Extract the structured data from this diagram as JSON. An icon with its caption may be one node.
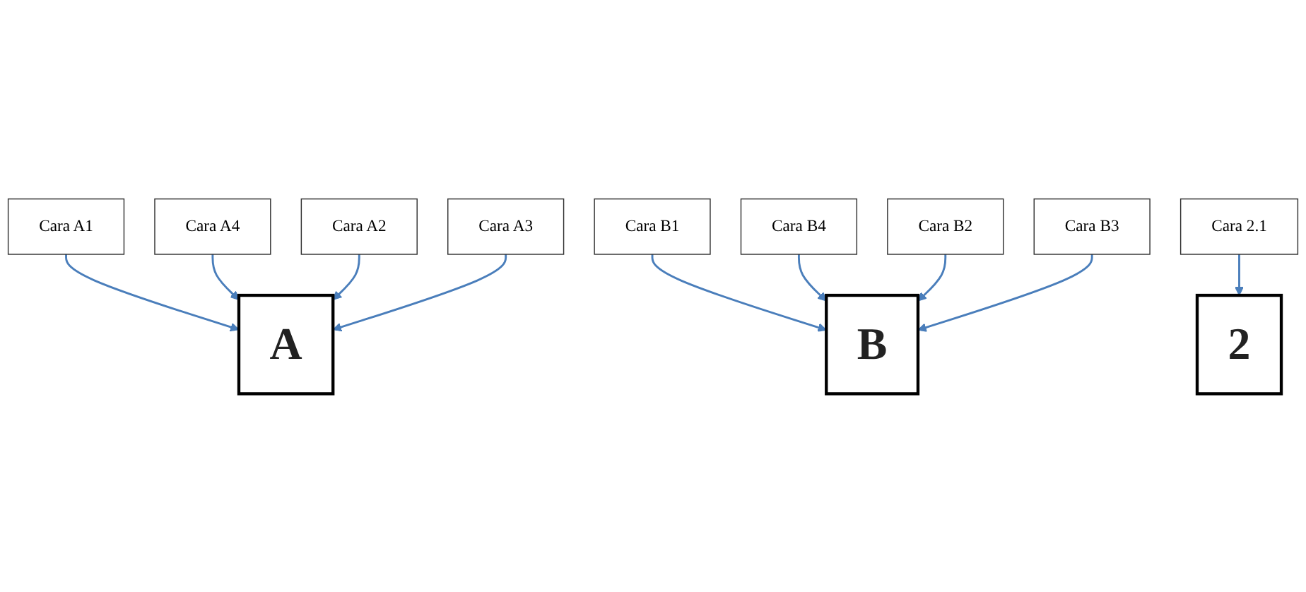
{
  "diagram": {
    "nodes": [
      {
        "text": [
          "Cara A1"
        ]
      },
      {
        "text": [
          "Cara B1"
        ]
      },
      {
        "text": [
          "Cara A4"
        ]
      },
      {
        "text": [
          "A"
        ]
      },
      {
        "text": [
          "Cara A2"
        ]
      },
      {
        "text": [
          "Cara B4"
        ]
      },
      {
        "text": [
          "B"
        ]
      },
      {
        "text": [
          "Cara B2"
        ]
      },
      {
        "text": [
          "Cara A3"
        ]
      },
      {
        "text": [
          "Cara B3"
        ]
      },
      {
        "text": [
          "Cara 2.1"
        ]
      },
      {
        "text": [
          "2"
        ]
      }
    ],
    "edges": [
      {
        "from": 0,
        "to": 3,
        "arrow": "to"
      },
      {
        "from": 2,
        "to": 3,
        "arrow": "to"
      },
      {
        "from": 4,
        "to": 3,
        "arrow": "to"
      },
      {
        "from": 8,
        "to": 3,
        "arrow": "to"
      },
      {
        "from": 1,
        "to": 6,
        "arrow": "to"
      },
      {
        "from": 5,
        "to": 6,
        "arrow": "to"
      },
      {
        "from": 7,
        "to": 6,
        "arrow": "to"
      },
      {
        "from": 9,
        "to": 6,
        "arrow": "to"
      },
      {
        "from": 10,
        "to": 11,
        "arrow": "to"
      }
    ]
  }
}
